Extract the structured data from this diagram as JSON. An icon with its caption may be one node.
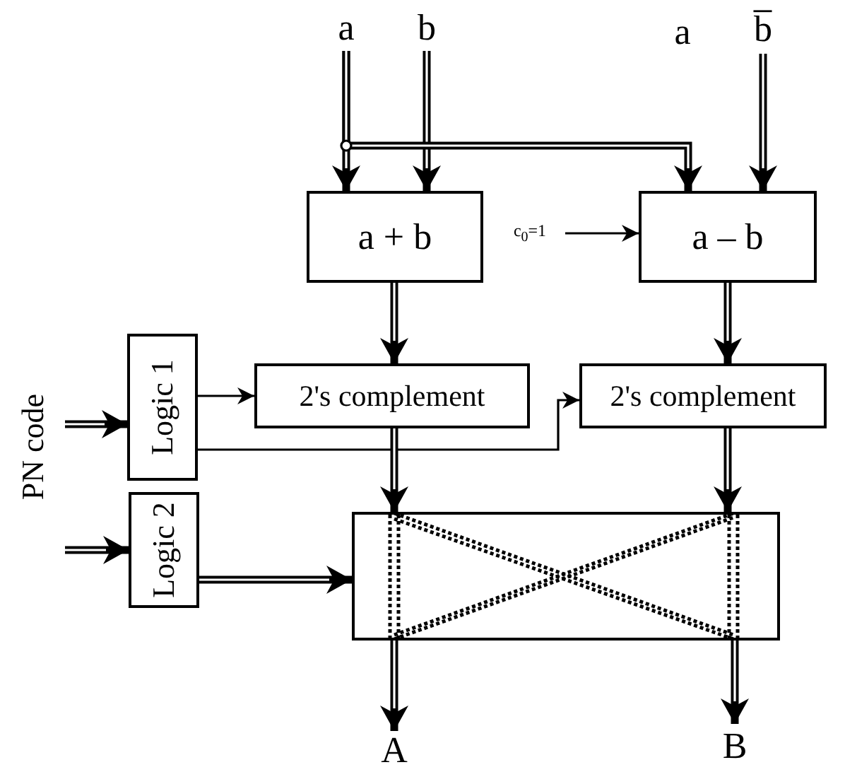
{
  "diagram": {
    "nodes": [
      {
        "text": [
          "a"
        ]
      },
      {
        "text": [
          "b"
        ]
      },
      {
        "text": [
          "a"
        ]
      },
      {
        "text": [
          "b̅"
        ]
      },
      {
        "text": [
          "a + b"
        ]
      },
      {
        "text": [
          "a – b"
        ]
      },
      {
        "text": [
          "c$_{0}$=1"
        ]
      },
      {
        "text": [
          "Logic 1"
        ]
      },
      {
        "text": [
          "Logic 2"
        ]
      },
      {
        "text": [
          "2's complement"
        ]
      },
      {
        "text": [
          "2's complement"
        ]
      },
      {
        "text": [],
        "shape": "box"
      },
      {
        "text": [
          "A"
        ]
      },
      {
        "text": [
          "B"
        ]
      },
      {
        "text": [
          "PN code"
        ]
      }
    ],
    "edges": [
      {
        "from": 0,
        "to": 4,
        "arrow": "to"
      },
      {
        "from": 1,
        "to": 4,
        "arrow": "to"
      },
      {
        "from": 0,
        "to": 5,
        "arrow": "to"
      },
      {
        "from": 3,
        "to": 5,
        "arrow": "to"
      },
      {
        "from": 6,
        "to": 5,
        "arrow": "to"
      },
      {
        "from": 4,
        "to": 9,
        "arrow": "to"
      },
      {
        "from": 5,
        "to": 10,
        "arrow": "to"
      },
      {
        "from": 7,
        "to": 9,
        "arrow": "to"
      },
      {
        "from": 7,
        "to": 10,
        "arrow": "to"
      },
      {
        "from": 14,
        "to": 7,
        "arrow": "to"
      },
      {
        "from": 14,
        "to": 8,
        "arrow": "to"
      },
      {
        "from": 8,
        "to": 11,
        "arrow": "to"
      },
      {
        "from": 9,
        "to": 11,
        "arrow": "to"
      },
      {
        "from": 10,
        "to": 11,
        "arrow": "to"
      },
      {
        "from": 11,
        "to": 12,
        "arrow": "to"
      },
      {
        "from": 11,
        "to": 13,
        "arrow": "to"
      }
    ]
  }
}
